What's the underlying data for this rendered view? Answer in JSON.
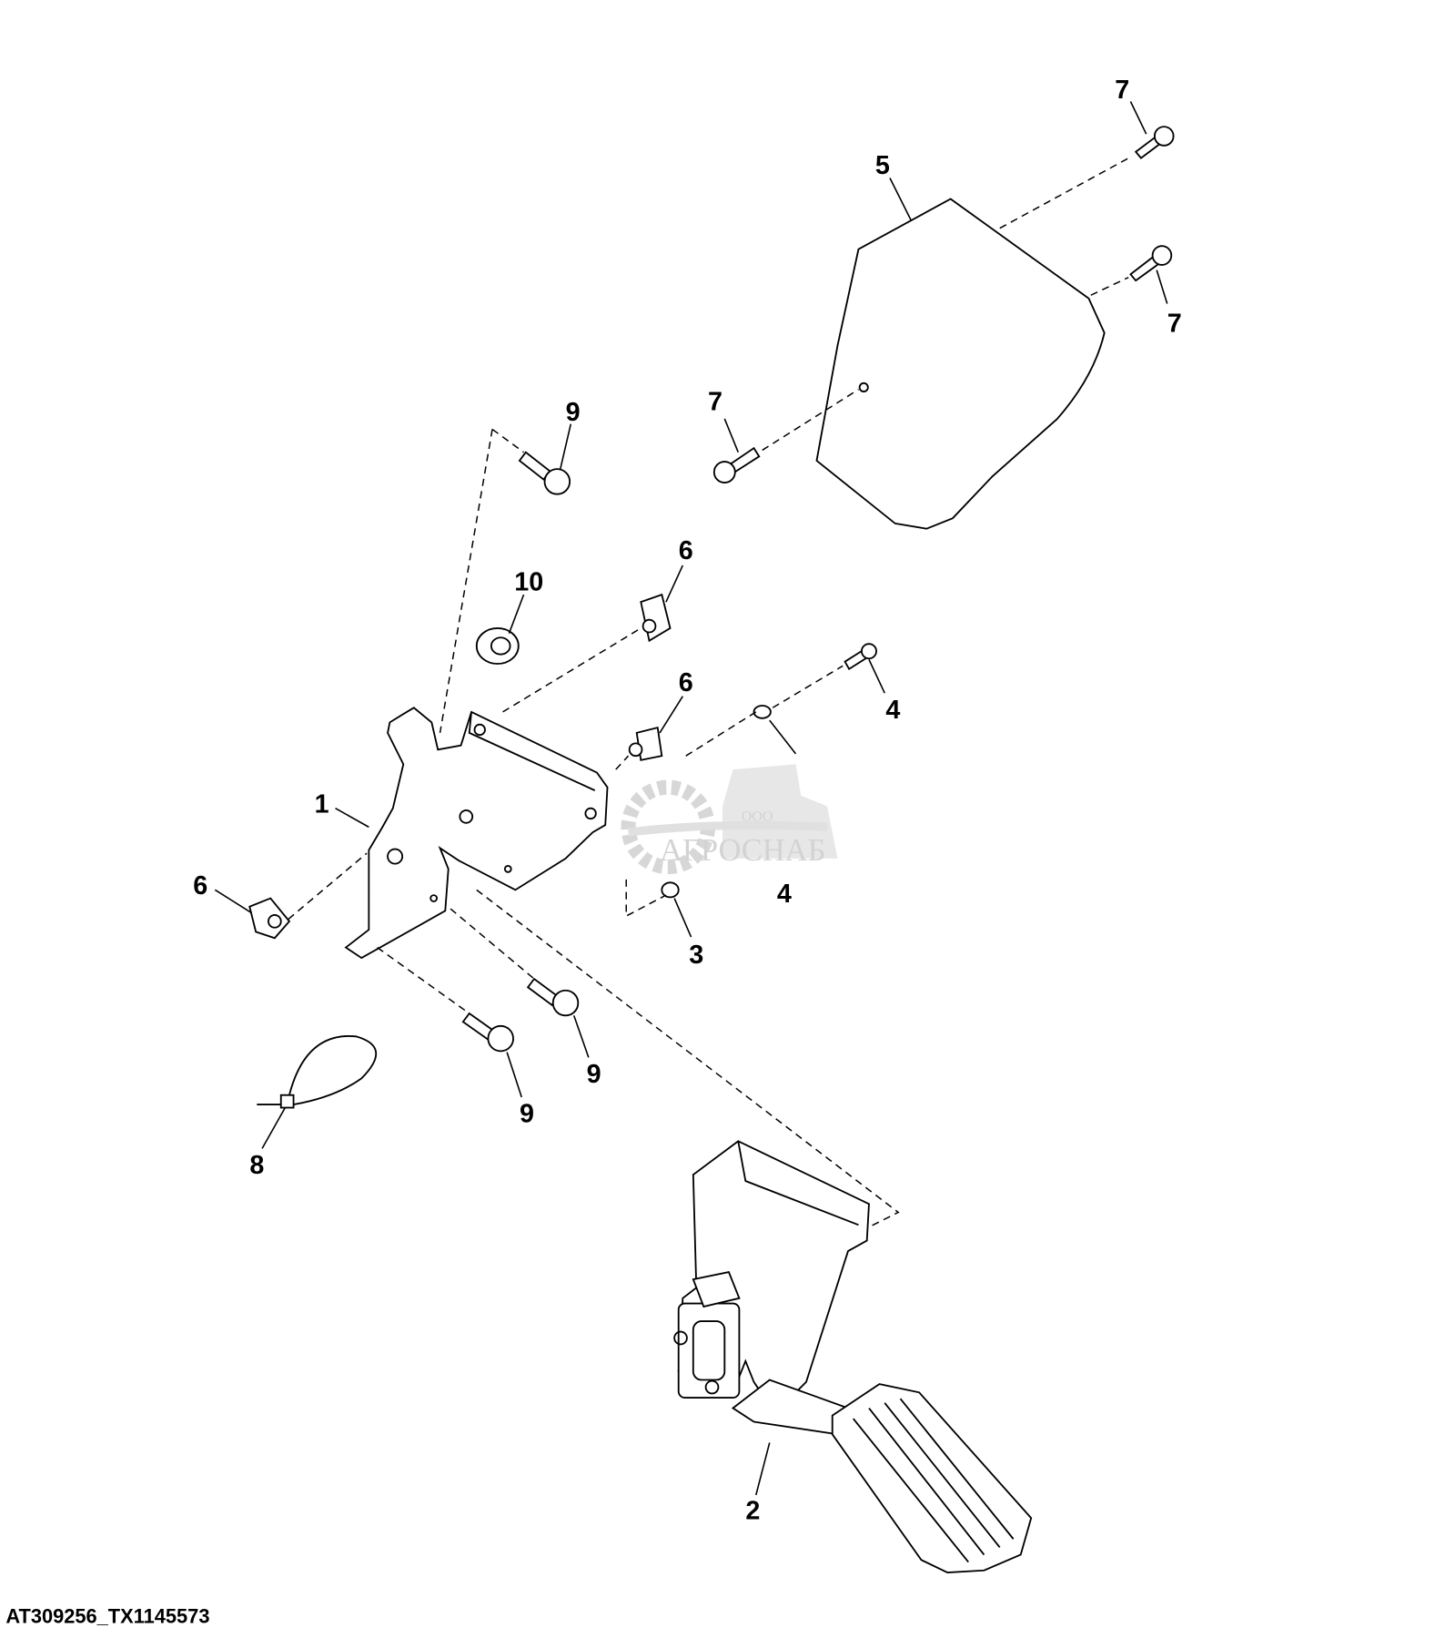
{
  "figure_id": "AT309256_TX1145573",
  "watermark": {
    "prefix": "ООО",
    "brand": "АГРОСНАБ"
  },
  "callouts": [
    {
      "part": "7"
    },
    {
      "part": "5"
    },
    {
      "part": "7"
    },
    {
      "part": "7"
    },
    {
      "part": "9"
    },
    {
      "part": "10"
    },
    {
      "part": "6"
    },
    {
      "part": "6"
    },
    {
      "part": "4"
    },
    {
      "part": "1"
    },
    {
      "part": "6"
    },
    {
      "part": "4"
    },
    {
      "part": "3"
    },
    {
      "part": "9"
    },
    {
      "part": "9"
    },
    {
      "part": "8"
    },
    {
      "part": "2"
    }
  ],
  "colors": {
    "line": "#000000",
    "watermark": "#b0b0b0"
  }
}
